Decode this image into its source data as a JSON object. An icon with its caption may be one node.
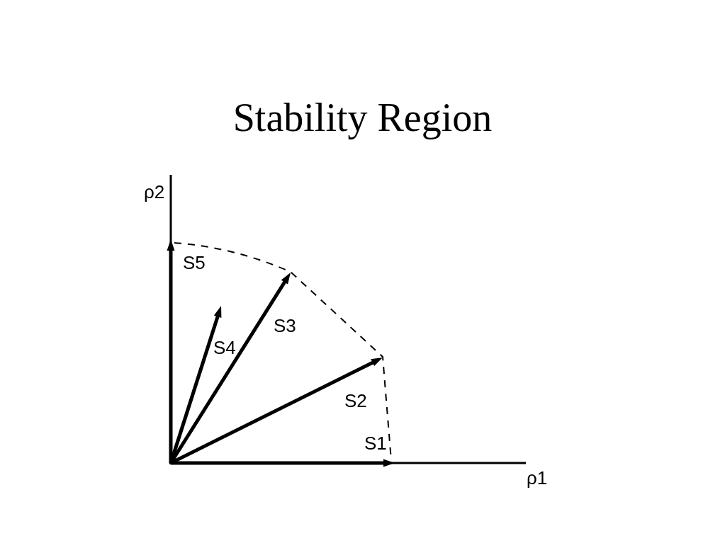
{
  "diagram": {
    "title": "Stability Region",
    "labels": [
      "ρ2",
      "S5",
      "S3",
      "S4",
      "S2",
      "S1",
      "ρ1"
    ]
  }
}
